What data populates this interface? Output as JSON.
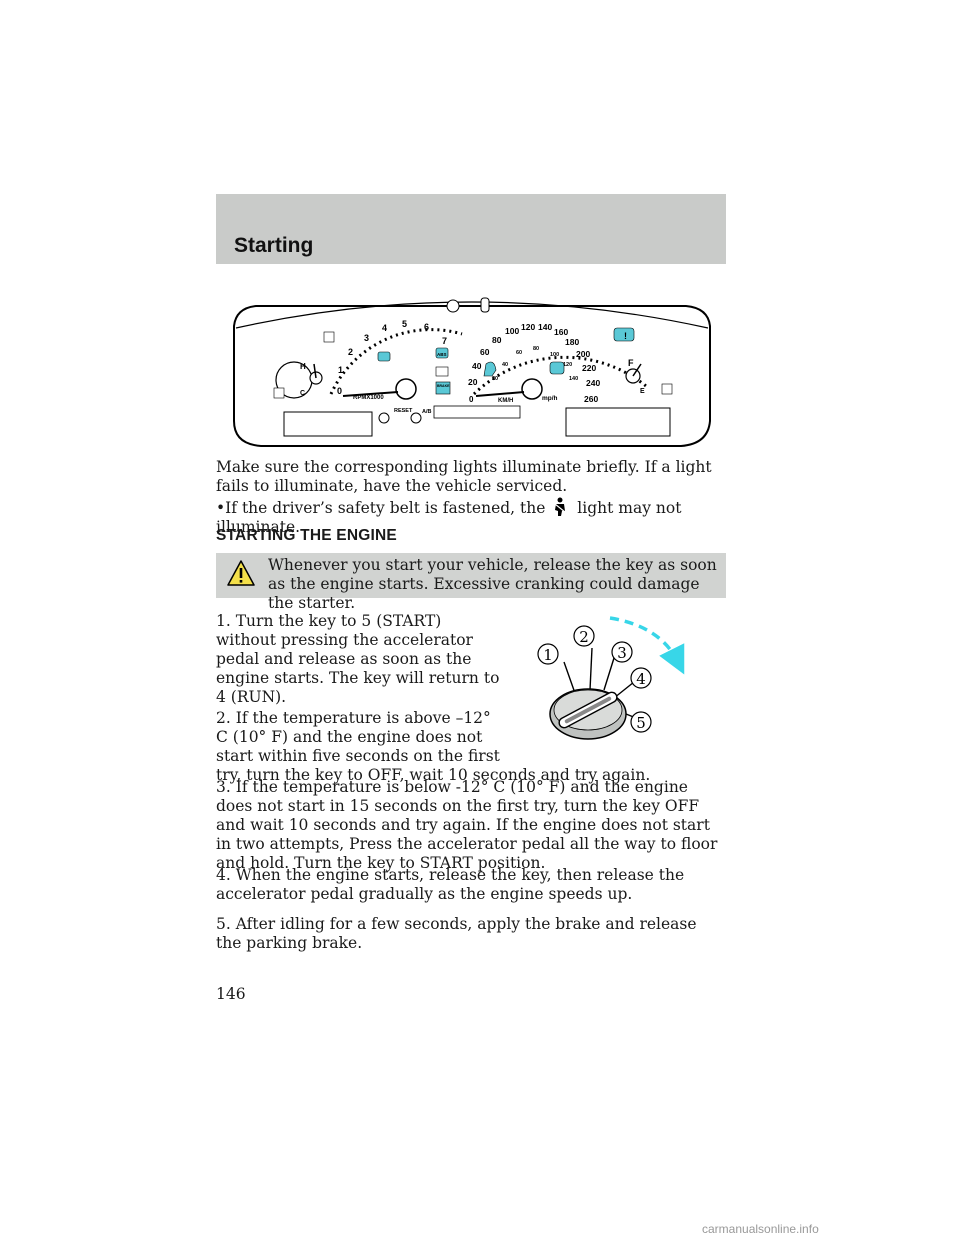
{
  "header": {
    "title": "Starting"
  },
  "cluster": {
    "rpm_labels": [
      "0",
      "1",
      "2",
      "3",
      "4",
      "5",
      "6",
      "7"
    ],
    "rpm_unit": "RPMX1000",
    "kmh_labels": [
      "20",
      "40",
      "60",
      "80",
      "100",
      "120",
      "140",
      "160",
      "180",
      "200",
      "220",
      "240",
      "260"
    ],
    "kmh_zero": "0",
    "kmh_unit": "KM/H",
    "mph_labels": [
      "20",
      "40",
      "60",
      "80",
      "100",
      "120",
      "140"
    ],
    "mph_unit": "mp/h",
    "temp_high": "H",
    "temp_low": "C",
    "fuel_full": "F",
    "fuel_empty": "E",
    "reset_label": "RESET",
    "ab_label": "A/B",
    "brake_label": "BRAKE",
    "abs_label": "ABS"
  },
  "intro": {
    "p1": "Make sure the corresponding lights illuminate briefly. If a light fails to illuminate, have the vehicle serviced.",
    "bullet_before": "If the driver’s safety belt is fastened, the",
    "bullet_after": "light may not illuminate."
  },
  "section": {
    "heading": "STARTING THE ENGINE"
  },
  "warning": {
    "text": "Whenever you start your vehicle, release the key as soon as the engine starts. Excessive cranking could damage the starter."
  },
  "steps": [
    {
      "line1": "1. Turn the key to 5 (START)",
      "line2": "without pressing the accelerator",
      "line3": "pedal and release as soon as the",
      "line4": "engine starts. The key will return to",
      "line5": "4 (RUN)."
    },
    {
      "line1": "2. If the temperature is above –12°",
      "line2": "C (10° F) and the engine does not",
      "line3": "start within five seconds on the first",
      "line4": "try, turn the key to OFF, wait 10 seconds and try again."
    },
    {
      "text": "3. If the temperature is below -12° C (10° F) and the engine does not start in 15 seconds on the first try, turn the key OFF and wait 10 seconds and try again. If the engine does not start in two attempts, Press the accelerator pedal all the way to floor and hold. Turn the key to START position."
    },
    {
      "text": "4. When the engine starts, release the key, then release the accelerator pedal gradually as the engine speeds up."
    },
    {
      "text": "5. After idling for a few seconds, apply the brake and release the parking brake."
    }
  ],
  "ignition": {
    "positions": [
      "1",
      "2",
      "3",
      "4",
      "5"
    ]
  },
  "page": {
    "number": "146"
  },
  "footer": {
    "watermark": "carmanualsonline.info"
  },
  "colors": {
    "header_band": "#c9cbc9",
    "warning_box": "#d1d3d1",
    "arrow": "#38d6e8"
  }
}
